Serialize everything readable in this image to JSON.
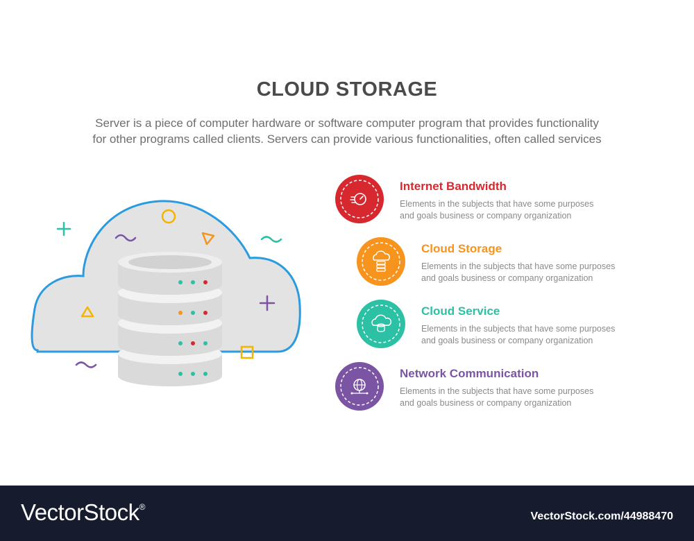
{
  "header": {
    "title": "CLOUD STORAGE",
    "subtitle_lines": [
      "Server is a piece of computer hardware or software computer program that provides functionality",
      "for other programs called clients. Servers can provide various functionalities, often called services"
    ]
  },
  "items": [
    {
      "title": "Internet Bandwidth",
      "desc_lines": [
        "Elements in the subjects that have some purposes",
        "and goals business or company organization"
      ],
      "color": "#d7282f",
      "icon": "speedometer-icon"
    },
    {
      "title": "Cloud Storage",
      "desc_lines": [
        "Elements in the subjects that have some purposes",
        "and goals business or company organization"
      ],
      "color": "#f7941d",
      "icon": "cloud-server-icon"
    },
    {
      "title": "Cloud Service",
      "desc_lines": [
        "Elements in the subjects that have some purposes",
        "and goals business or company organization"
      ],
      "color": "#2cc0a4",
      "icon": "cloud-database-icon"
    },
    {
      "title": "Network Communication",
      "desc_lines": [
        "Elements in the subjects that have some purposes",
        "and goals business or company organization"
      ],
      "color": "#7b55a3",
      "icon": "globe-network-icon"
    }
  ],
  "colors": {
    "cloud_outline": "#2b9be0",
    "cloud_fill": "#e3e3e3",
    "title_text": "#4a4a4a",
    "footer_bg": "#161b2d"
  },
  "footer": {
    "brand": "VectorStock",
    "registered": "®",
    "id": "VectorStock.com/44988470"
  }
}
